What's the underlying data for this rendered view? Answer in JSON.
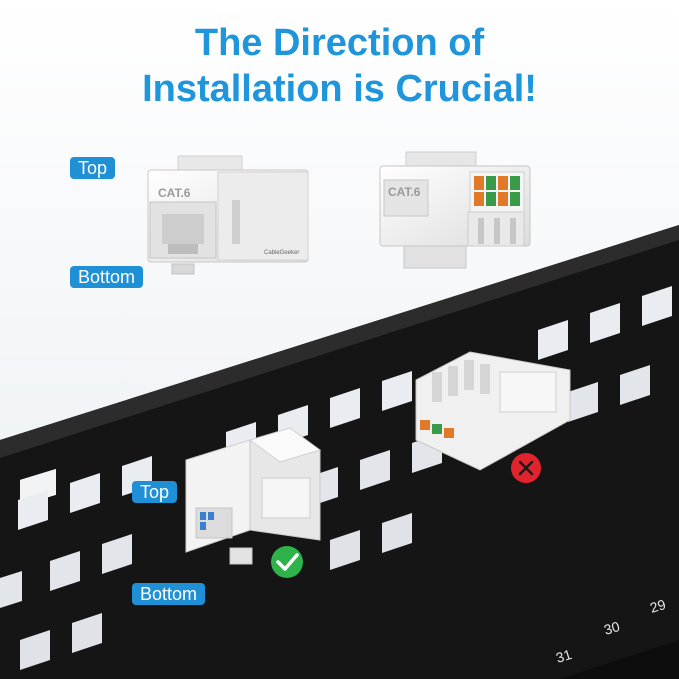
{
  "headline": {
    "line1": "The Direction of",
    "line2": "Installation is Crucial!"
  },
  "labels": {
    "top_upper": "Top",
    "bottom_upper": "Bottom",
    "top_lower": "Top",
    "bottom_lower": "Bottom"
  },
  "product": {
    "front_marking": "CAT.6",
    "side_marking": "CAT.6",
    "brand": "CableGeeker"
  },
  "panel_numbers": [
    "29",
    "30",
    "31"
  ],
  "status": {
    "correct_icon": "check-mark-icon",
    "incorrect_icon": "cross-mark-icon"
  },
  "colors": {
    "title": "#1f96db",
    "badge": "#1f8fd6",
    "correct": "#2db34a",
    "incorrect": "#e0232d",
    "panel": "#141414",
    "keystone": "#f2f2f2"
  }
}
